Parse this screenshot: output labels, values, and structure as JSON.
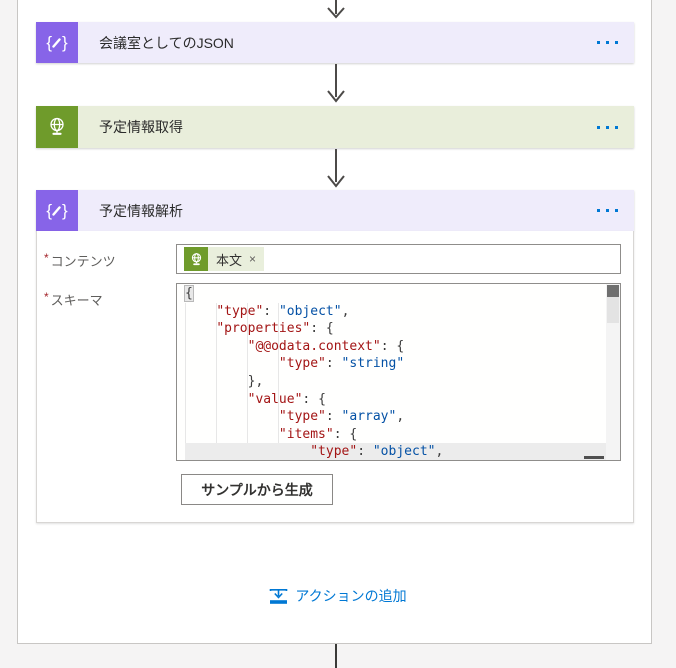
{
  "colors": {
    "accent_link": "#0078d4",
    "data_operation_icon_bg": "#8764e8",
    "data_operation_header_bg": "#efecfb",
    "http_icon_bg": "#6f9b2b",
    "http_header_bg": "#e9eedb",
    "code_key": "#a31515",
    "code_string": "#0451a5",
    "required_asterisk": "#a4262c"
  },
  "flow": {
    "cards": [
      {
        "title": "会議室としてのJSON",
        "icon": "braces-pencil-icon",
        "menu_icon": "more-options-icon"
      },
      {
        "title": "予定情報取得",
        "icon": "globe-http-icon",
        "menu_icon": "more-options-icon"
      },
      {
        "title": "予定情報解析",
        "icon": "braces-pencil-icon",
        "menu_icon": "more-options-icon"
      }
    ],
    "add_action": {
      "label": "アクションの追加",
      "icon": "add-action-icon"
    }
  },
  "parse_form": {
    "content_field": {
      "required_mark": "*",
      "label": "コンテンツ",
      "token": {
        "icon": "globe-http-icon",
        "label": "本文",
        "remove_glyph": "×"
      }
    },
    "schema_field": {
      "required_mark": "*",
      "label": "スキーマ"
    },
    "generate_button_label": "サンプルから生成"
  },
  "schema_editor": {
    "lines": [
      [
        [
          "bm",
          "{"
        ]
      ],
      [
        [
          "p",
          "    "
        ],
        [
          "k",
          "\"type\""
        ],
        [
          "p",
          ": "
        ],
        [
          "s",
          "\"object\""
        ],
        [
          "p",
          ","
        ]
      ],
      [
        [
          "p",
          "    "
        ],
        [
          "k",
          "\"properties\""
        ],
        [
          "p",
          ": {"
        ]
      ],
      [
        [
          "p",
          "        "
        ],
        [
          "k",
          "\"@@odata.context\""
        ],
        [
          "p",
          ": {"
        ]
      ],
      [
        [
          "p",
          "            "
        ],
        [
          "k",
          "\"type\""
        ],
        [
          "p",
          ": "
        ],
        [
          "s",
          "\"string\""
        ]
      ],
      [
        [
          "p",
          "        },"
        ]
      ],
      [
        [
          "p",
          "        "
        ],
        [
          "k",
          "\"value\""
        ],
        [
          "p",
          ": {"
        ]
      ],
      [
        [
          "p",
          "            "
        ],
        [
          "k",
          "\"type\""
        ],
        [
          "p",
          ": "
        ],
        [
          "s",
          "\"array\""
        ],
        [
          "p",
          ","
        ]
      ],
      [
        [
          "p",
          "            "
        ],
        [
          "k",
          "\"items\""
        ],
        [
          "p",
          ": {"
        ]
      ],
      [
        [
          "p",
          "                "
        ],
        [
          "k",
          "\"type\""
        ],
        [
          "p",
          ": "
        ],
        [
          "s",
          "\"object\""
        ],
        [
          "p",
          ","
        ]
      ]
    ]
  }
}
